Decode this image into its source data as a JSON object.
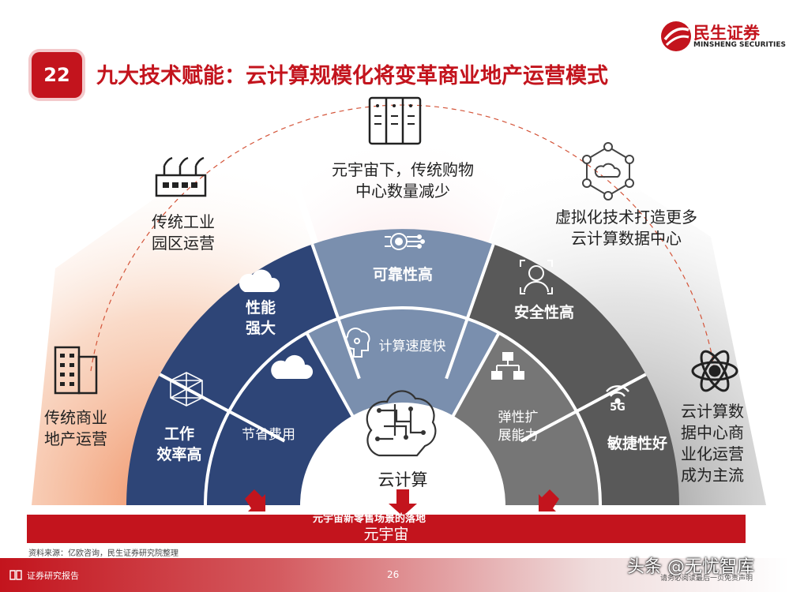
{
  "header": {
    "page_number_badge": "22",
    "title": "九大技术赋能：云计算规模化将变革商业地产运营模式",
    "logo_cn": "民生证券",
    "logo_en": "MINSHENG SECURITIES"
  },
  "outer_labels": {
    "commercial": "传统商业\n地产运营",
    "industrial": "传统工业\n园区运营",
    "mall": "元宇宙下，传统购物\n中心数量减少",
    "virtualization": "虚拟化技术打造更多\n云计算数据中心",
    "datacenter": "云计算数\n据中心商\n业化运营\n成为主流"
  },
  "outer_ring": {
    "efficiency": "工作\n效率高",
    "performance": "性能\n强大",
    "reliability": "可靠性高",
    "security": "安全性高",
    "agility": "敏捷性好",
    "icon_5g": "5G"
  },
  "inner_ring": {
    "cost": "节省费用",
    "speed": "计算速度快",
    "elastic": "弹性扩\n展能力"
  },
  "center": {
    "label": "云计算"
  },
  "bottom": {
    "overlap_text": "元宇宙新零售场景的落地",
    "bar_text": "元宇宙"
  },
  "source": "资料来源：亿欧咨询，民生证券研究院整理",
  "footer": {
    "report_label": "证券研究报告",
    "page": "26",
    "disclaimer": "请务必阅读最后一页免责声明",
    "watermark": "头条 @无忧智库"
  },
  "colors": {
    "brand_red": "#c3141d",
    "navy": "#2e4577",
    "slate_blue": "#7a8fae",
    "dark_gray": "#595959",
    "mid_gray": "#767676"
  }
}
